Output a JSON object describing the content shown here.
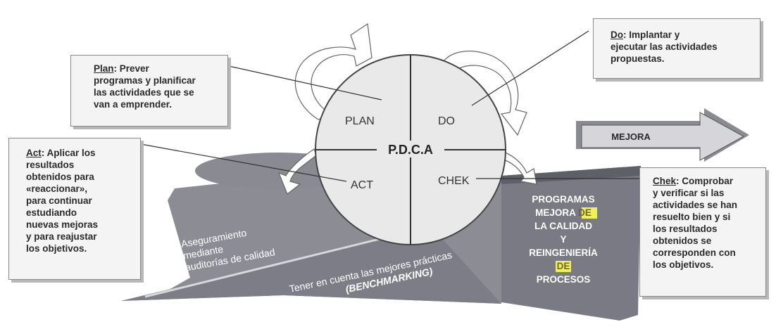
{
  "circle": {
    "plan": "PLAN",
    "do": "DO",
    "act": "ACT",
    "check": "CHEK",
    "center": "P.D.C.A"
  },
  "arrow_label": "MEJORA",
  "notes": {
    "plan": {
      "head": "Plan",
      "lines": [
        ": Prever",
        "programas y planificar",
        "las actividades que se",
        "van a emprender."
      ]
    },
    "do": {
      "head": "Do",
      "lines": [
        ": Implantar y",
        "ejecutar las actividades",
        "propuestas."
      ]
    },
    "act": {
      "head": "Act",
      "lines": [
        ": Aplicar los",
        "resultados",
        "obtenidos para",
        "«reaccionar»,",
        "para continuar",
        "estudiando",
        "nuevas mejoras",
        "y para reajustar",
        "los objetivos."
      ]
    },
    "check": {
      "head": "Chek",
      "lines": [
        ": Comprobar",
        "y verificar si las",
        "actividades se han",
        "resuelto bien y si",
        "los resultados",
        "obtenidos se",
        "corresponden con",
        "los objetivos."
      ]
    }
  },
  "wedge_text": {
    "left_lines": [
      "Aseguramiento",
      "mediante",
      "auditorías de calidad"
    ],
    "bottom_line1": "Tener en cuenta las mejores prácticas",
    "bottom_line2": "(BENCHMARKING)"
  },
  "block_text": {
    "line1": "PROGRAMAS",
    "line2a": "MEJORA ",
    "line2b": "DE",
    "line3": "LA CALIDAD",
    "line4": "Y",
    "line5": "REINGENIERÍA",
    "line6": "DE",
    "line7": "PROCESOS"
  },
  "colors": {
    "wedge": "#8c8c95",
    "wedge_dark": "#6e6e78",
    "circle_fill": "#e9e9ea",
    "highlight": "#f2f05a"
  }
}
